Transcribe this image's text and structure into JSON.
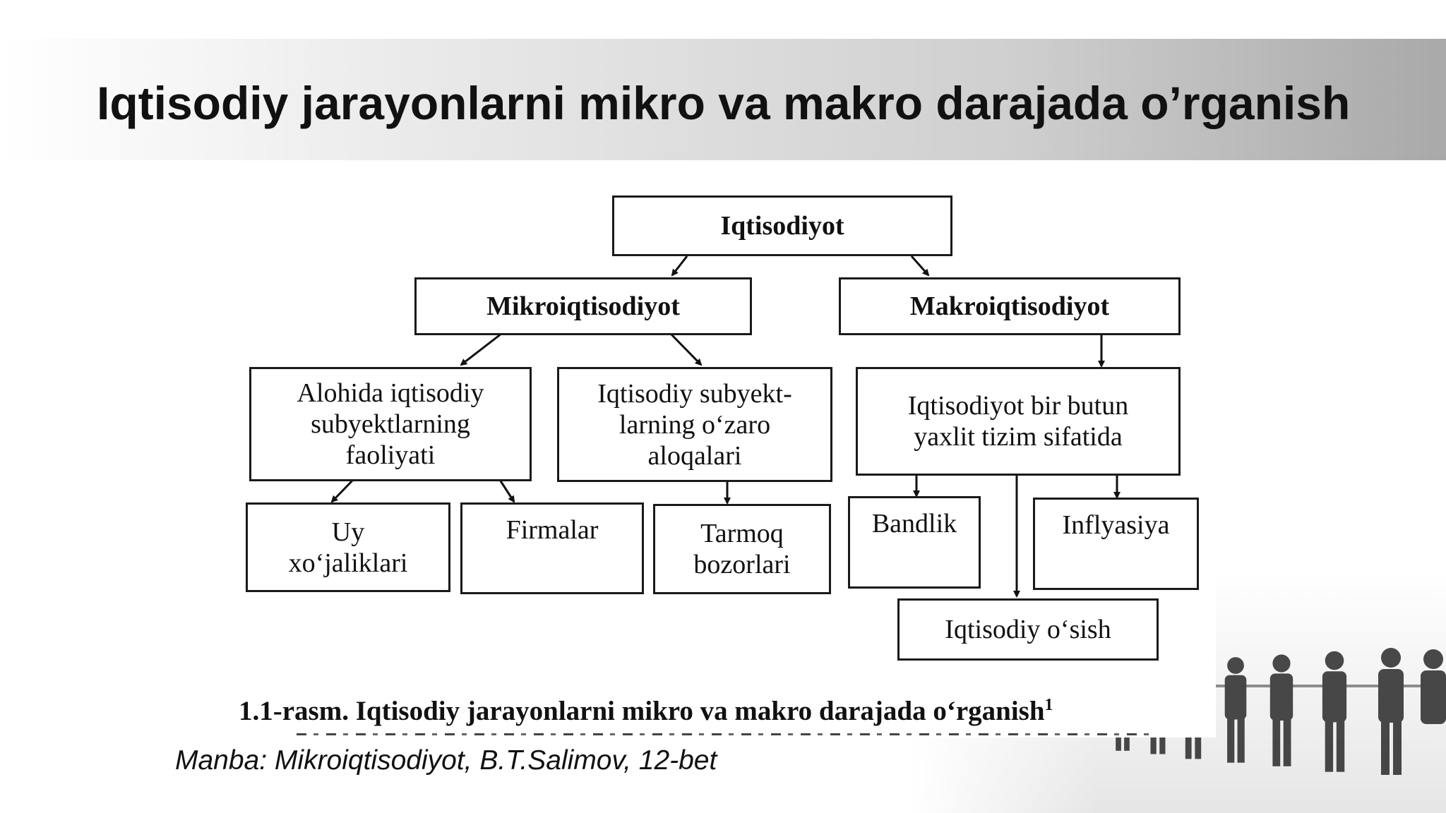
{
  "slide": {
    "title": "Iqtisodiy jarayonlarni mikro va makro darajada o’rganish",
    "source": "Manba: Mikroiqtisodiyot, B.T.Salimov, 12-bet"
  },
  "diagram": {
    "root": "Iqtisodiyot",
    "micro": "Mikroiqtisodiyot",
    "macro": "Makroiqtisodiyot",
    "micro_left": [
      "Alohida iqtisodiy",
      "subyektlarning",
      "faoliyati"
    ],
    "micro_right": [
      "Iqtisodiy subyekt-",
      "larning o‘zaro",
      "aloqalari"
    ],
    "macro_whole": [
      "Iqtisodiyot bir butun",
      "yaxlit tizim sifatida"
    ],
    "households": [
      "Uy",
      "xo‘jaliklari"
    ],
    "firms": "Firmalar",
    "markets": [
      "Tarmoq",
      "bozorlari"
    ],
    "employment": "Bandlik",
    "inflation": "Inflyasiya",
    "growth": "Iqtisodiy o‘sish",
    "caption": "1.1-rasm. Iqtisodiy jarayonlarni mikro va makro darajada o‘rganish",
    "caption_footnote": "1"
  },
  "colors": {
    "ink": "#111111",
    "title_band_start": "#ffffff",
    "title_band_end": "#a9a9a9"
  }
}
